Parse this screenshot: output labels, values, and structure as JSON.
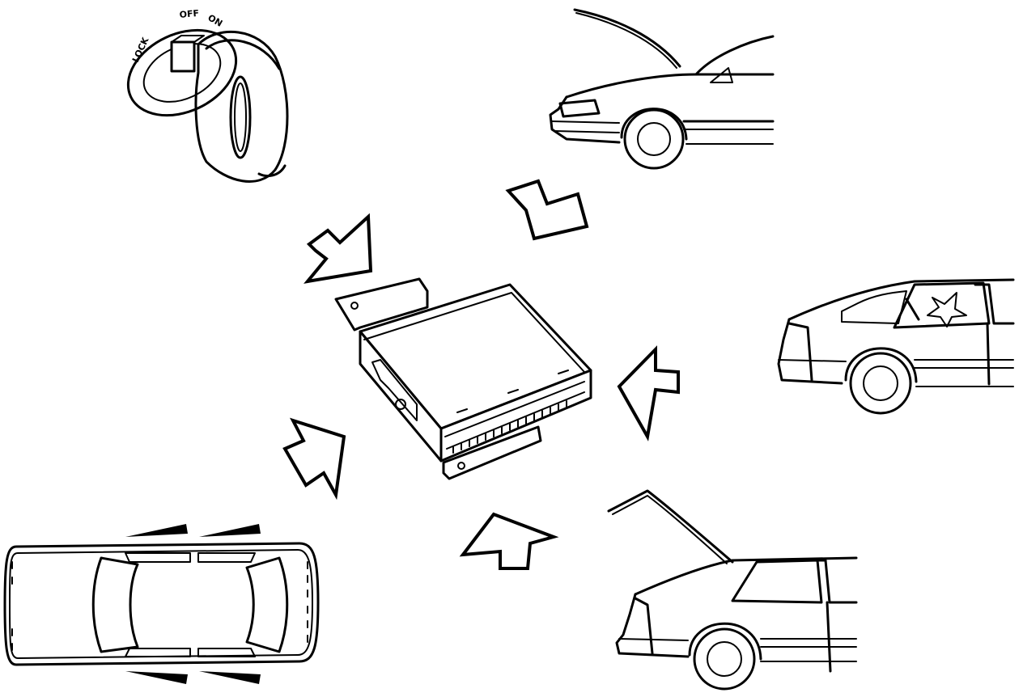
{
  "ignition": {
    "positions": [
      "LOCK",
      "OFF",
      "ON"
    ]
  },
  "colors": {
    "ink": "#000000",
    "background": "#ffffff"
  },
  "icons": [
    "ignition-key-icon",
    "car-front-hood-open-icon",
    "car-rear-window-star-icon",
    "car-rear-trunk-open-icon",
    "car-top-view-doors-icon",
    "control-module-icon",
    "arrow-icon"
  ]
}
